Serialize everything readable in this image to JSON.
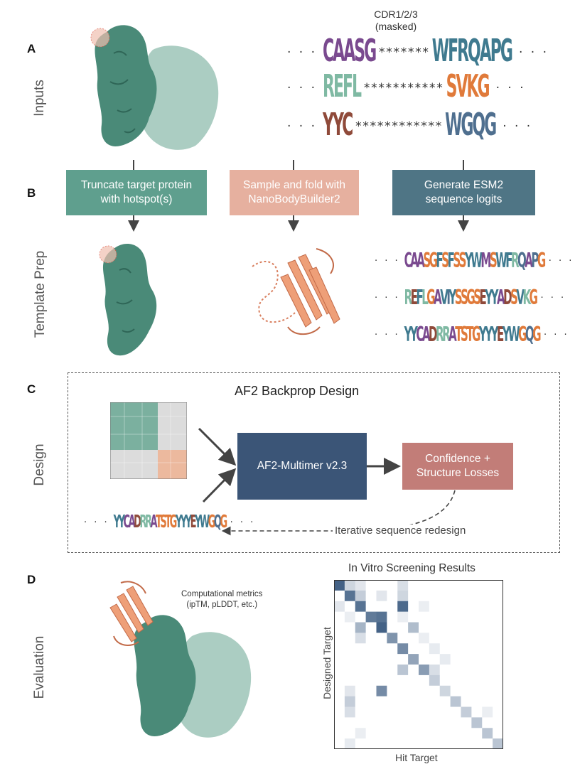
{
  "panels": {
    "A": "A",
    "B": "B",
    "C": "C",
    "D": "D"
  },
  "row_labels": {
    "inputs": "Inputs",
    "template_prep": "Template Prep",
    "design": "Design",
    "evaluation": "Evaluation"
  },
  "inputs": {
    "cdr_label": "CDR1/2/3\n(masked)",
    "sequences": [
      {
        "prefix": "CAASG",
        "mask": "*******",
        "suffix": "WFRQAPG"
      },
      {
        "prefix": "REFL",
        "mask": "***********",
        "suffix": "SVKG"
      },
      {
        "prefix": "YYC",
        "mask": "************",
        "suffix": "WGQG"
      }
    ],
    "ellipsis": "· · ·"
  },
  "steps": {
    "truncate": "Truncate target protein\nwith hotspot(s)",
    "sample": "Sample and fold with\nNanoBodyBuilder2",
    "esm": "Generate ESM2\nsequence logits"
  },
  "template_logos": [
    "CAASGFSFSSYWMSWFRQAPG",
    "REFLGAVIYSSGSEYYADSVKG",
    "YYCADRRATSTGYYYEYWGQG"
  ],
  "design": {
    "title": "AF2 Backprop Design",
    "model": "AF2-Multimer v2.3",
    "losses": "Confidence +\nStructure Losses",
    "loop": "Iterative sequence redesign",
    "logo": "YYCADRRATSTGYYYEYWGQG"
  },
  "evaluation": {
    "metrics": "Computational metrics\n(ipTM, pLDDT, etc.)",
    "heatmap_title": "In Vitro Screening Results",
    "x_label": "Hit Target",
    "y_label": "Designed Target"
  },
  "colors": {
    "teal": "#5f9f8e",
    "salmon": "#e6b09f",
    "slate": "#4f7585",
    "navy": "#3b5577",
    "rose": "#c27d78",
    "protein": "#4a8a78",
    "nanobody": "#ee9f78",
    "heat": "#3a5a80"
  },
  "chart_data": {
    "type": "heatmap",
    "title": "In Vitro Screening Results",
    "xlabel": "Hit Target",
    "ylabel": "Designed Target",
    "size": 16,
    "cells": [
      [
        0,
        0,
        0.95
      ],
      [
        0,
        1,
        0.25
      ],
      [
        0,
        2,
        0.15
      ],
      [
        0,
        6,
        0.2
      ],
      [
        1,
        1,
        0.85
      ],
      [
        1,
        2,
        0.3
      ],
      [
        1,
        4,
        0.15
      ],
      [
        1,
        6,
        0.25
      ],
      [
        2,
        0,
        0.15
      ],
      [
        2,
        2,
        0.85
      ],
      [
        2,
        6,
        0.9
      ],
      [
        2,
        8,
        0.1
      ],
      [
        3,
        1,
        0.1
      ],
      [
        3,
        3,
        0.8
      ],
      [
        3,
        4,
        0.85
      ],
      [
        3,
        6,
        0.1
      ],
      [
        4,
        2,
        0.45
      ],
      [
        4,
        4,
        0.95
      ],
      [
        4,
        7,
        0.4
      ],
      [
        5,
        2,
        0.2
      ],
      [
        5,
        5,
        0.65
      ],
      [
        5,
        8,
        0.1
      ],
      [
        6,
        6,
        0.7
      ],
      [
        6,
        9,
        0.12
      ],
      [
        7,
        7,
        0.55
      ],
      [
        7,
        10,
        0.12
      ],
      [
        8,
        6,
        0.35
      ],
      [
        8,
        8,
        0.6
      ],
      [
        8,
        9,
        0.2
      ],
      [
        9,
        9,
        0.3
      ],
      [
        10,
        1,
        0.15
      ],
      [
        10,
        4,
        0.7
      ],
      [
        10,
        10,
        0.25
      ],
      [
        11,
        1,
        0.3
      ],
      [
        11,
        11,
        0.35
      ],
      [
        12,
        1,
        0.2
      ],
      [
        12,
        12,
        0.3
      ],
      [
        12,
        14,
        0.1
      ],
      [
        13,
        13,
        0.35
      ],
      [
        14,
        2,
        0.1
      ],
      [
        14,
        14,
        0.35
      ],
      [
        15,
        1,
        0.12
      ],
      [
        15,
        15,
        0.35
      ]
    ]
  }
}
